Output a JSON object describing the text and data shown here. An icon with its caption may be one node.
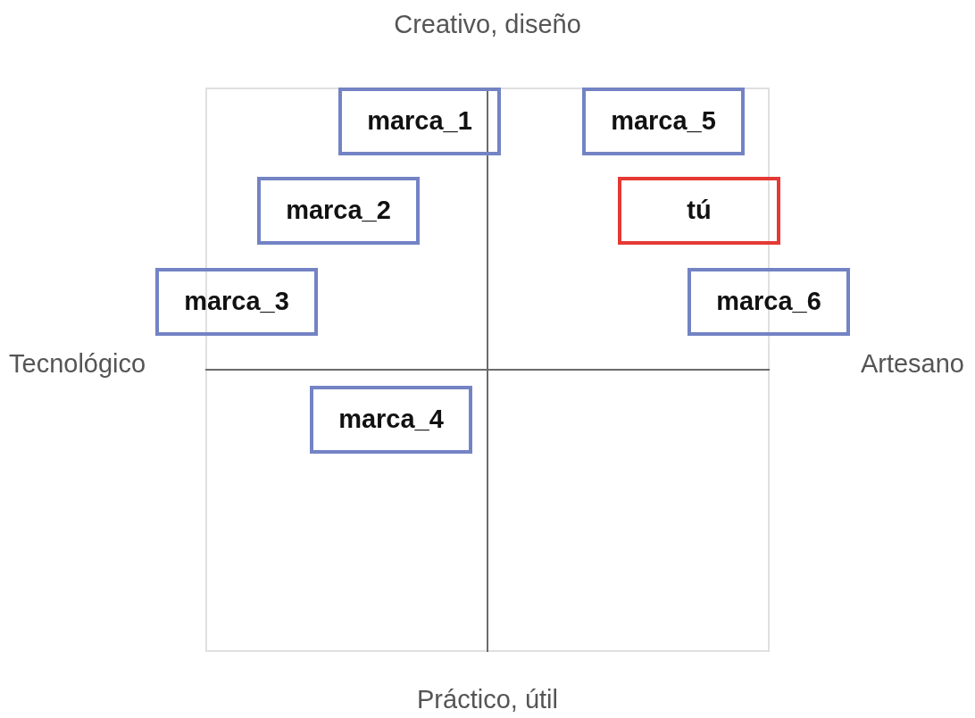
{
  "diagram": {
    "nodes": [
      {
        "text": [
          "marca_1"
        ]
      },
      {
        "text": [
          "marca_5"
        ]
      },
      {
        "text": [
          "marca_2"
        ]
      },
      {
        "text": [
          "tú"
        ]
      },
      {
        "text": [
          "marca_3"
        ]
      },
      {
        "text": [
          "marca_6"
        ]
      },
      {
        "text": [
          "marca_4"
        ]
      }
    ],
    "labels": [
      "Creativo, diseño",
      "Tecnológico",
      "Artesano",
      "Práctico, útil"
    ]
  }
}
